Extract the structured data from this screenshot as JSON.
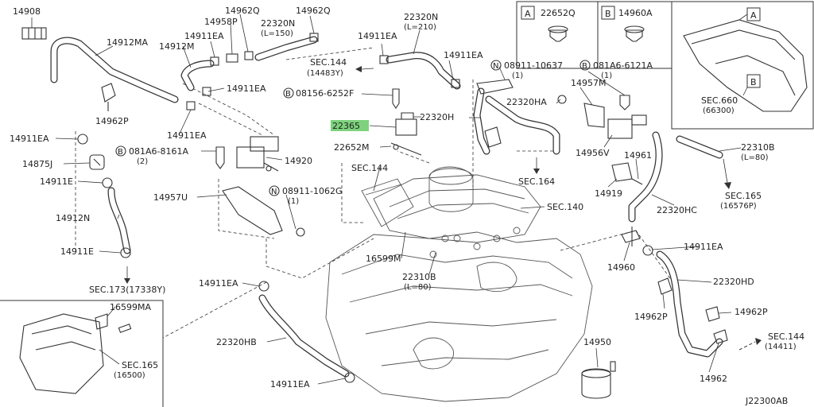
{
  "diagram": {
    "drawing_code": "J22300AB",
    "labels": {
      "p14908": "14908",
      "p14912MA": "14912MA",
      "p14958P": "14958P",
      "p14962Q_a": "14962Q",
      "p22320N_a": "22320N",
      "p22320N_a_len": "(L=150)",
      "p14962Q_b": "14962Q",
      "p22320N_b": "22320N",
      "p22320N_b_len": "(L=210)",
      "p14911EA_1": "14911EA",
      "p14912M": "14912M",
      "p14911EA_2": "14911EA",
      "sec144_a": "SEC.144",
      "sec144_a_ref": "(14483Y)",
      "p14911EA_3": "14911EA",
      "p14911EA_4": "14911EA",
      "bolt_08156": "08156-6252F",
      "p14962P_a": "14962P",
      "p22365": "22365",
      "p22320H": "22320H",
      "p22652M": "22652M",
      "p14911EA_5": "14911EA",
      "p14911EA_6": "14911EA",
      "bolt_081A6_8161A": "081A6-8161A",
      "bolt_081A6_8161A_qty": "(2)",
      "p14920": "14920",
      "p14875J": "14875J",
      "sec144_b": "SEC.144",
      "p14911E_a": "14911E",
      "nut_08911_1062G": "08911-1062G",
      "nut_08911_1062G_qty": "(1)",
      "p14957U": "14957U",
      "p14912N": "14912N",
      "p14911E_b": "14911E",
      "sec173": "SEC.173(17338Y)",
      "p16599M": "16599M",
      "p22310B_a": "22310B",
      "p22310B_a_len": "(L=80)",
      "sec140": "SEC.140",
      "p14911EA_7": "14911EA",
      "p16599MA": "16599MA",
      "sec165_a": "SEC.165",
      "sec165_a_ref": "(16500)",
      "p22320HB": "22320HB",
      "p14911EA_8": "14911EA",
      "box_a_tag": "A",
      "p22652Q": "22652Q",
      "box_b_tag": "B",
      "p14960A": "14960A",
      "nut_08911_10637": "08911-10637",
      "nut_08911_10637_qty": "(1)",
      "bolt_081A6_6121A": "081A6-6121A",
      "bolt_081A6_6121A_qty": "(1)",
      "p22320HA": "22320HA",
      "p14957M": "14957M",
      "sec164": "SEC.164",
      "p14956V": "14956V",
      "p14961": "14961",
      "p14919": "14919",
      "p22320HC": "22320HC",
      "p22310B_b": "22310B",
      "p22310B_b_len": "(L=80)",
      "sec165_b": "SEC.165",
      "sec165_b_ref": "(16576P)",
      "detail_tag_a": "A",
      "detail_tag_b": "B",
      "sec660": "SEC.660",
      "sec660_ref": "(66300)",
      "p14960": "14960",
      "p14911EA_9": "14911EA",
      "p22320HD": "22320HD",
      "p14962P_b": "14962P",
      "p14962P_c": "14962P",
      "sec144_c": "SEC.144",
      "sec144_c_ref": "(14411)",
      "p14950": "14950",
      "p14962": "14962",
      "bolt_prefix": "B",
      "nut_prefix": "N"
    }
  }
}
